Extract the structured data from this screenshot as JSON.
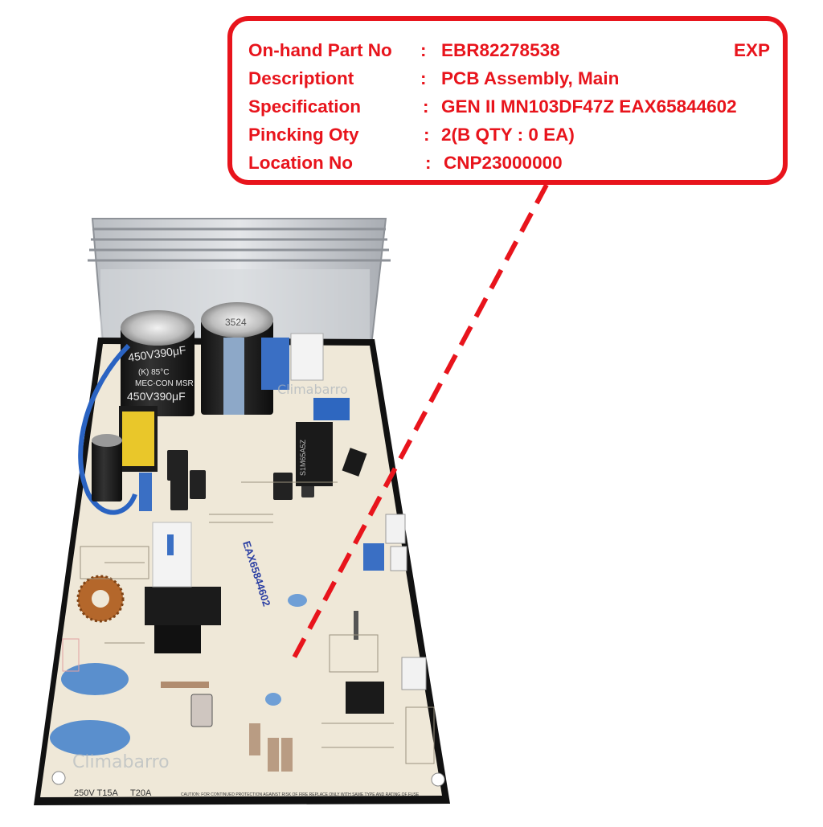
{
  "info": {
    "rows": [
      {
        "label": "On-hand Part No",
        "sep": ":",
        "value": "EBR82278538",
        "extra": "EXP"
      },
      {
        "label": "Descriptiont",
        "sep": ":",
        "value": "PCB Assembly, Main"
      },
      {
        "label": "Specification",
        "sep": ":",
        "value": "GEN II MN103DF47Z EAX65844602"
      },
      {
        "label": "Pincking Oty",
        "sep": ":",
        "value": "2(B QTY : 0 EA)"
      },
      {
        "label": "Location No",
        "sep": ":",
        "value": "CNP23000000"
      }
    ]
  },
  "photo": {
    "capacitor_label_1": "450V390μF",
    "capacitor_label_2": "450V390μF",
    "capacitor_temp": "(K) 85°C",
    "capacitor_brand": "MEC-CON MSR",
    "cap_code": "3524",
    "fuse_label": "250V T15A",
    "fuse_label_2": "T20A",
    "board_code": "EAX65844602",
    "watermark": "Climabarro",
    "chip_label": "S1M65A5Z",
    "warning_text": "CAUTION: FOR CONTINUED PROTECTION AGAINST RISK OF FIRE REPLACE ONLY WITH SAME TYPE AND RATING OF FUSE"
  },
  "colors": {
    "accent": "#e8141c",
    "board": "#efe8d8",
    "heatsink": "#c9ccd0"
  }
}
